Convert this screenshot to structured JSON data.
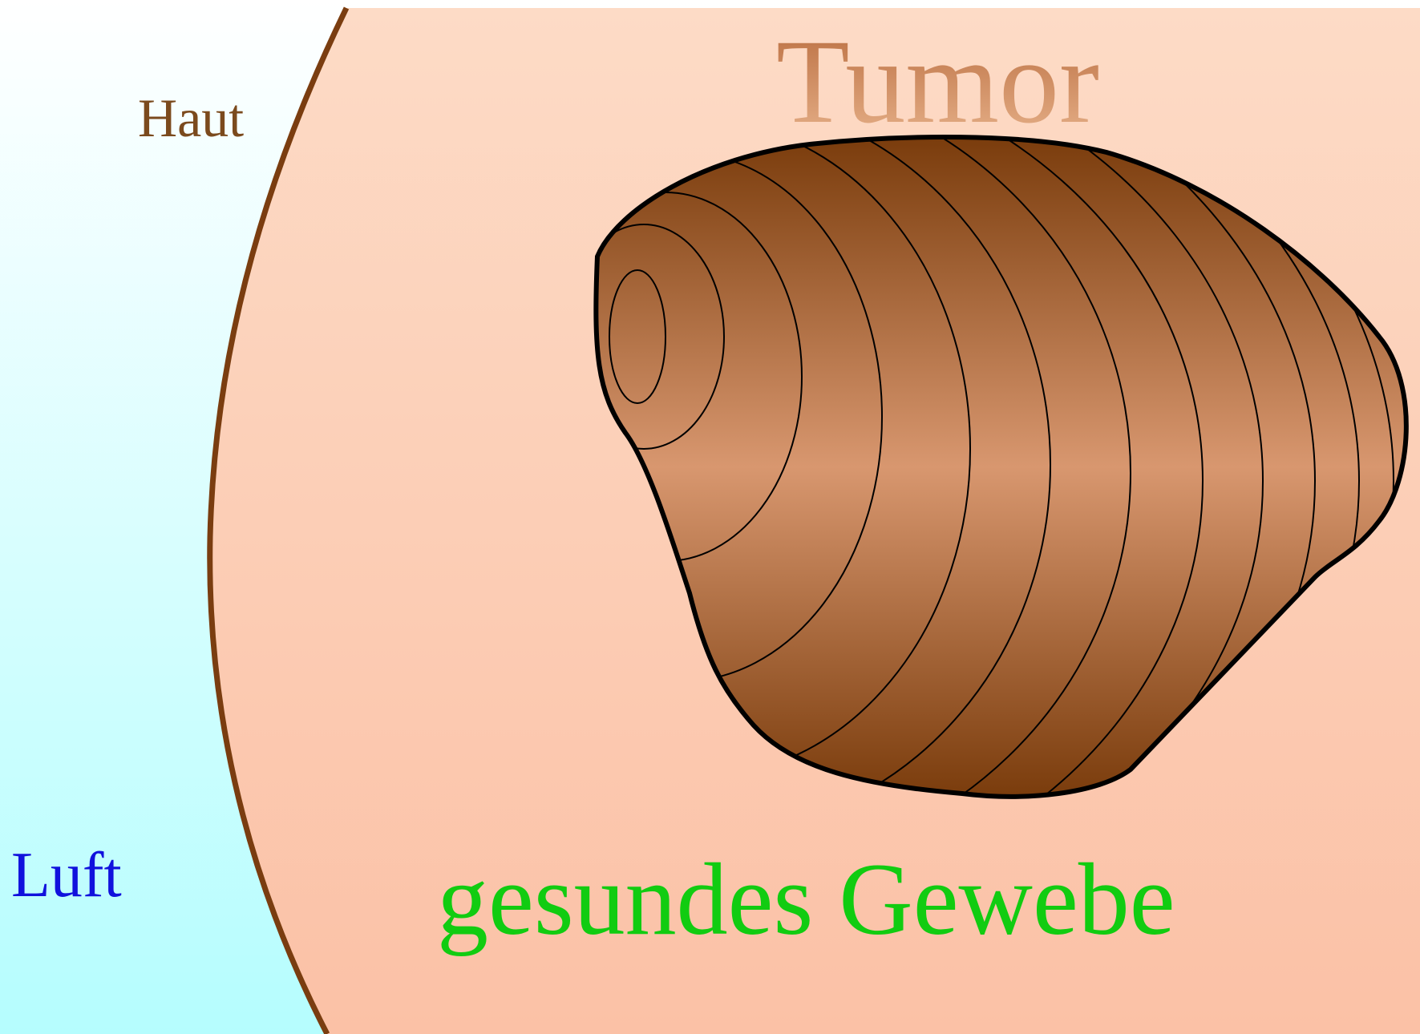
{
  "labels": {
    "skin": "Haut",
    "air": "Luft",
    "tumor": "Tumor",
    "healthy_tissue": "gesundes Gewebe"
  },
  "colors": {
    "air_top": "#ffffff",
    "air_bottom": "#b5fdfe",
    "tissue_top": "#fddbc6",
    "tissue_bottom": "#fbc1a6",
    "skin_line": "#7a3d10",
    "skin_text": "#7b4a1d",
    "air_text": "#1111dd",
    "tumor_text_top": "#b86b3d",
    "tumor_text_bottom": "#e8b38c",
    "tumor_dark": "#7a3c0c",
    "tumor_light": "#d8976f",
    "contour": "#000000",
    "healthy_text": "#11cc11"
  }
}
